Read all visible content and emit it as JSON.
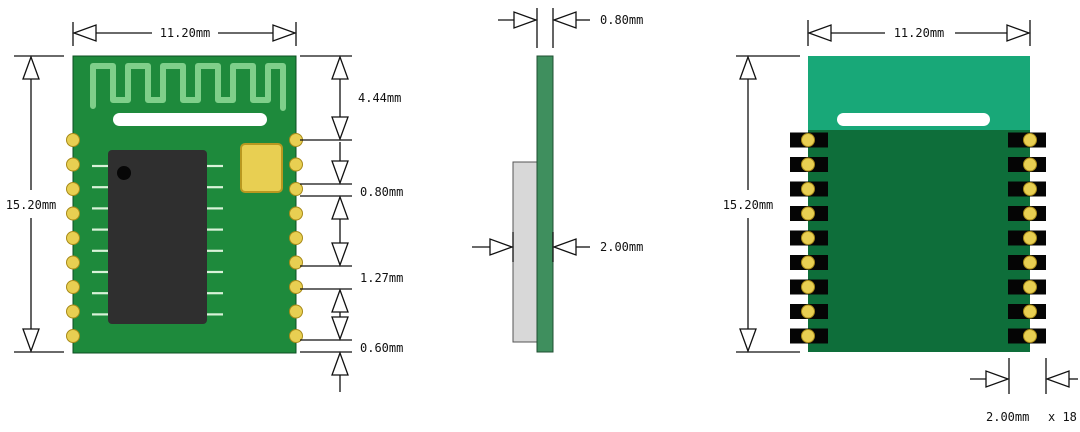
{
  "labels": {
    "front_width": "11.20mm",
    "front_height": "15.20mm",
    "antenna_height": "4.44mm",
    "pad_width": "0.80mm",
    "pitch": "1.27mm",
    "edge_gap": "0.60mm",
    "side_board_thickness": "0.80mm",
    "side_total_thickness": "2.00mm",
    "back_width": "11.20mm",
    "back_height": "15.20mm",
    "back_pad": "2.00mm",
    "back_pad_count": "x 18"
  },
  "colors": {
    "pcb": "#1e8a3c",
    "pcb_dark": "#0e6e3a",
    "trace": "#7fcf8a",
    "antenna_area": "#18a878",
    "pad_gold": "#e8cf52",
    "chip": "#2f2f2f",
    "side_pcb": "#3f8f5e",
    "shield": "#d8d8d8",
    "ink": "#111111"
  }
}
